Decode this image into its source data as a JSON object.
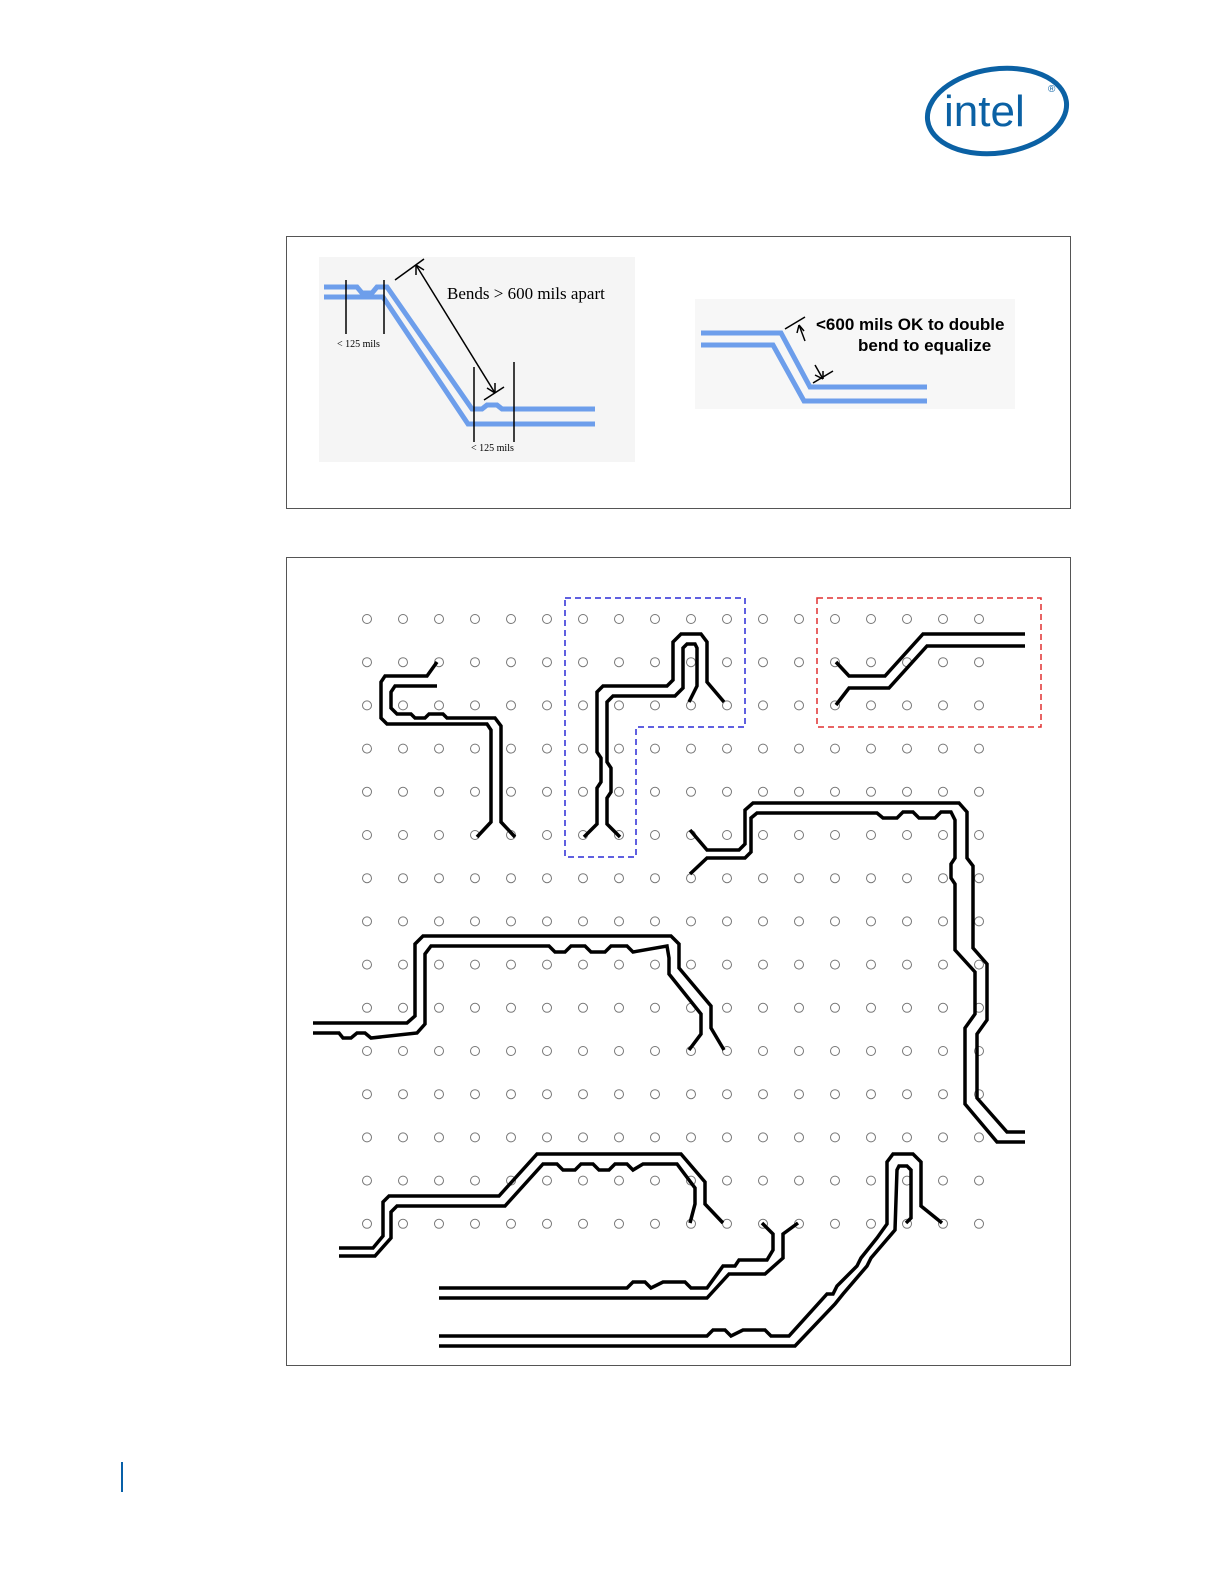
{
  "logo": {
    "text": "intel",
    "registered": "®",
    "color": "#0b61a4"
  },
  "figure1": {
    "left_panel": {
      "label_bends": "Bends > 600 mils apart",
      "label_top_spacing": "< 125 mils",
      "label_bottom_spacing": "< 125 mils"
    },
    "right_panel": {
      "label_line1": "<600 mils OK to double",
      "label_line2": "bend to equalize"
    },
    "trace_color": "#6d9eeb"
  },
  "figure2": {
    "blue_box_color": "#2b2bd6",
    "red_box_color": "#e03030",
    "trace_color": "#000000",
    "via_color": "#777777"
  }
}
